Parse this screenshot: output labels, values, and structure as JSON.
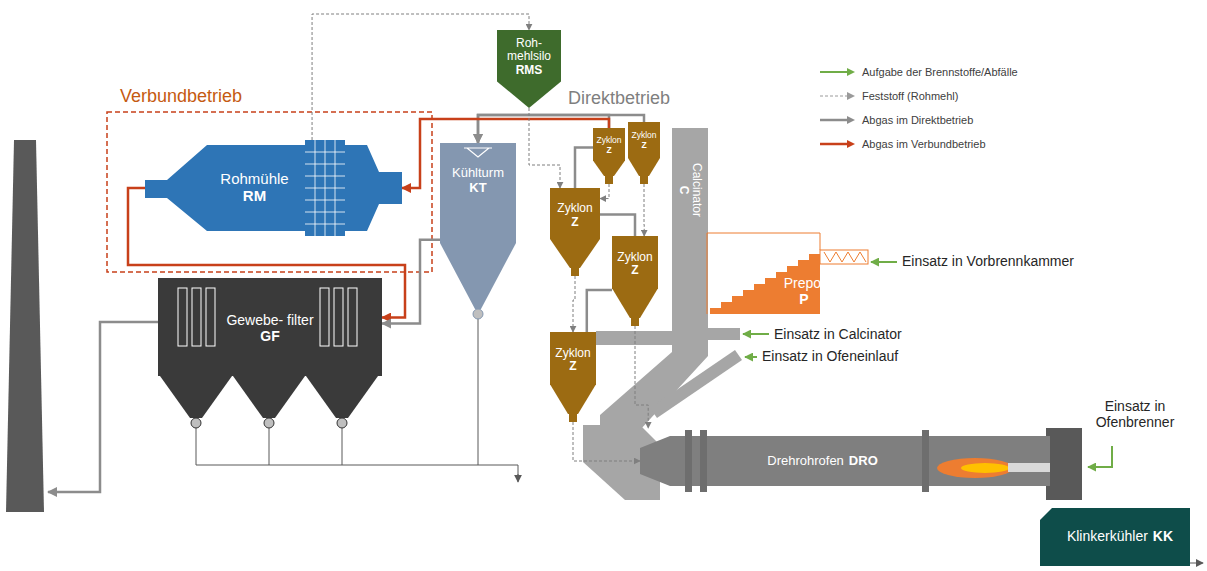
{
  "diagram": {
    "nodes": [
      {
        "text": [
          "Roh- mehlsilo",
          "RMS"
        ]
      },
      {
        "text": [
          "Rohmühle",
          "RM"
        ]
      },
      {
        "text": [
          "Kühlturm",
          "KT"
        ]
      },
      {
        "text": [
          "Gewebe- filter",
          "GF"
        ]
      },
      {
        "text": [
          "Zyklon",
          "Z"
        ]
      },
      {
        "text": [
          "Zyklon",
          "Z"
        ]
      },
      {
        "text": [
          "Zyklon",
          "Z"
        ]
      },
      {
        "text": [
          "Zyklon",
          "Z"
        ]
      },
      {
        "text": [
          "Zyklon",
          "Z"
        ]
      },
      {
        "text": [
          "Calcinator",
          "C"
        ]
      },
      {
        "text": [
          "Prepol",
          "P"
        ]
      },
      {
        "text": [
          "Drehrohrofen",
          "DRO"
        ]
      },
      {
        "text": [
          "Klinkerkühler",
          "KK"
        ]
      }
    ],
    "edges": [
      {
        "from": 4,
        "to": 2,
        "arrow": "to"
      },
      {
        "from": 5,
        "to": 2,
        "arrow": "to"
      },
      {
        "from": 4,
        "to": 1,
        "arrow": "to"
      },
      {
        "from": 1,
        "to": 3,
        "arrow": "to"
      },
      {
        "from": 2,
        "to": 3,
        "arrow": "to"
      },
      {
        "from": 6,
        "to": 4,
        "arrow": "none"
      },
      {
        "from": 7,
        "to": 6,
        "arrow": "none"
      },
      {
        "from": 8,
        "to": 7,
        "arrow": "none"
      },
      {
        "from": 9,
        "to": 8,
        "arrow": "none"
      },
      {
        "from": 0,
        "to": 6,
        "arrow": "to"
      },
      {
        "from": 1,
        "to": 0,
        "arrow": "to"
      },
      {
        "from": 4,
        "to": 6,
        "arrow": "to"
      },
      {
        "from": 5,
        "to": 7,
        "arrow": "to"
      },
      {
        "from": 6,
        "to": 8,
        "arrow": "to"
      },
      {
        "from": 7,
        "to": 11,
        "arrow": "to"
      },
      {
        "from": 8,
        "to": 11,
        "arrow": "to"
      }
    ],
    "labels": [
      "Verbundbetrieb",
      "Direktbetrieb",
      "Einsatz in Vorbrennkammer",
      "Einsatz in Calcinator",
      "Einsatz in Ofeneinlauf",
      "Einsatz in Ofenbrenner"
    ],
    "legend": [
      {
        "text": "Aufgabe der Brennstoffe/Abfälle"
      },
      {
        "text": "Feststoff (Rohmehl)"
      },
      {
        "text": "Abgas im Direktbetrieb"
      },
      {
        "text": "Abgas im Verbundbetrieb"
      }
    ]
  }
}
